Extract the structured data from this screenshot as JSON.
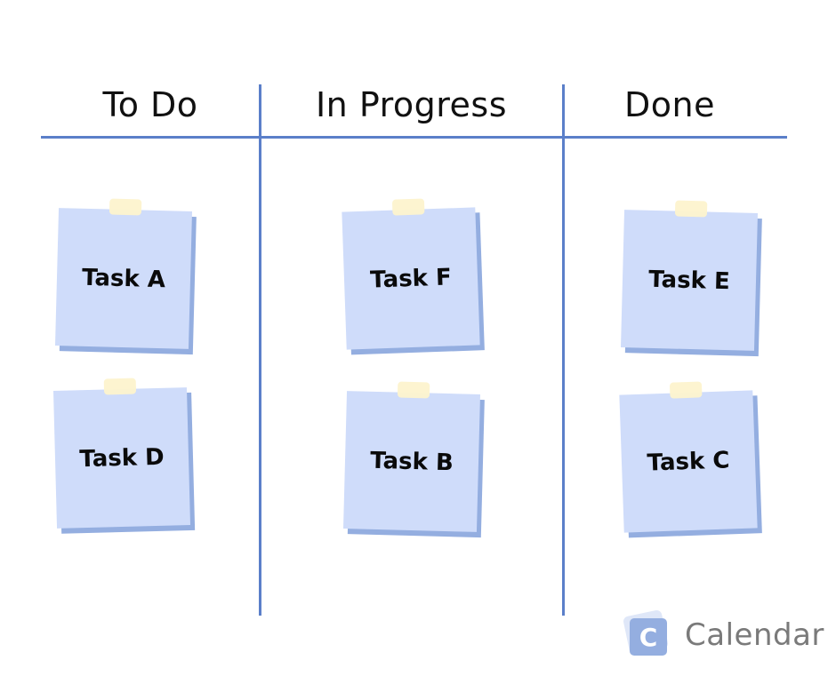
{
  "board": {
    "columns": [
      {
        "title": "To Do",
        "tasks": [
          "Task A",
          "Task D"
        ]
      },
      {
        "title": "In Progress",
        "tasks": [
          "Task F",
          "Task B"
        ]
      },
      {
        "title": "Done",
        "tasks": [
          "Task E",
          "Task C"
        ]
      }
    ]
  },
  "colors": {
    "line": "#5b7fc9",
    "note": "#cfdcfa",
    "note_shadow": "#94aee0",
    "tape": "#fdf3cd"
  },
  "logo": {
    "icon_letter": "C",
    "wordmark": "Calendar"
  }
}
